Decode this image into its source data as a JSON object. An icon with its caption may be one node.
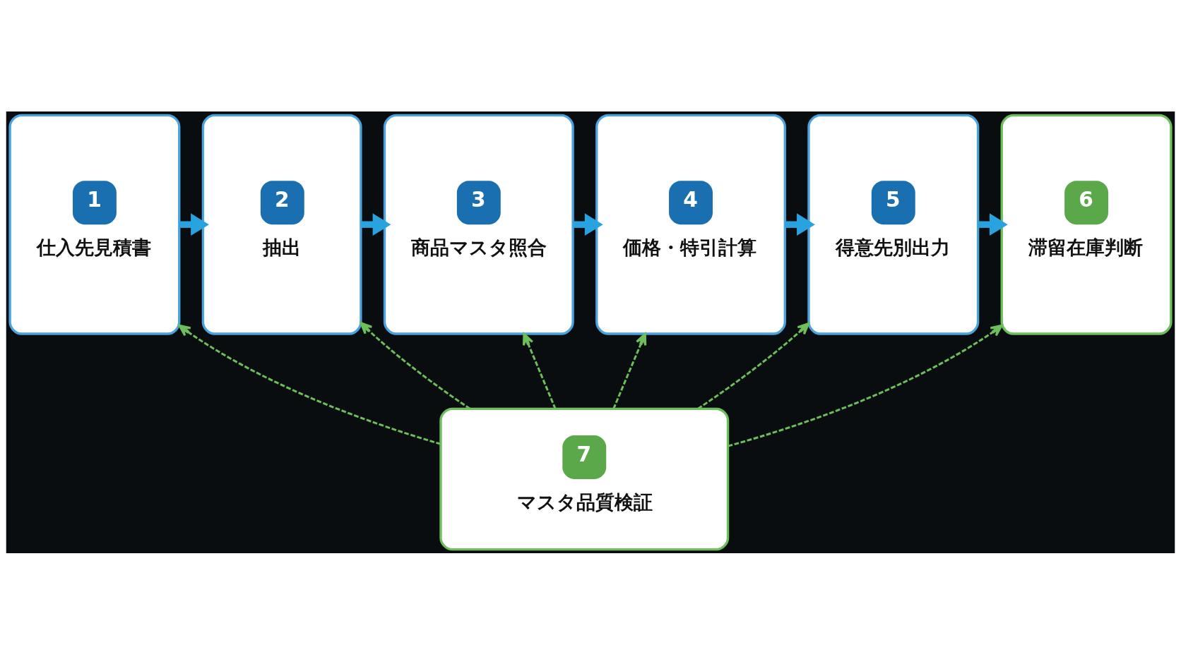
{
  "diagram": {
    "nodes": [
      {
        "text": [
          "1",
          "仕入先見積書"
        ]
      },
      {
        "text": [
          "2",
          "抽出"
        ]
      },
      {
        "text": [
          "3",
          "商品マスタ照合"
        ]
      },
      {
        "text": [
          "4",
          "価格・特引計算"
        ]
      },
      {
        "text": [
          "5",
          "得意先別出力"
        ]
      },
      {
        "text": [
          "6",
          "滞留在庫判断"
        ]
      },
      {
        "text": [
          "7",
          "マスタ品質検証"
        ]
      }
    ],
    "edges": [
      {
        "from": 0,
        "to": 1,
        "arrow": "to",
        "style": "thick",
        "color": "#29a3e0"
      },
      {
        "from": 1,
        "to": 2,
        "arrow": "to",
        "style": "thick",
        "color": "#29a3e0"
      },
      {
        "from": 2,
        "to": 3,
        "arrow": "to",
        "style": "thick",
        "color": "#29a3e0"
      },
      {
        "from": 3,
        "to": 4,
        "arrow": "to",
        "style": "thick",
        "color": "#29a3e0"
      },
      {
        "from": 4,
        "to": 5,
        "arrow": "to",
        "style": "thick",
        "color": "#29a3e0"
      },
      {
        "from": 6,
        "to": 0,
        "arrow": "to",
        "style": "dashed",
        "color": "#6cbf5a"
      },
      {
        "from": 6,
        "to": 1,
        "arrow": "to",
        "style": "dashed",
        "color": "#6cbf5a"
      },
      {
        "from": 6,
        "to": 2,
        "arrow": "to",
        "style": "dashed",
        "color": "#6cbf5a"
      },
      {
        "from": 6,
        "to": 3,
        "arrow": "to",
        "style": "dashed",
        "color": "#6cbf5a"
      },
      {
        "from": 6,
        "to": 4,
        "arrow": "to",
        "style": "dashed",
        "color": "#6cbf5a"
      },
      {
        "from": 6,
        "to": 5,
        "arrow": "to",
        "style": "dashed",
        "color": "#6cbf5a"
      }
    ]
  }
}
